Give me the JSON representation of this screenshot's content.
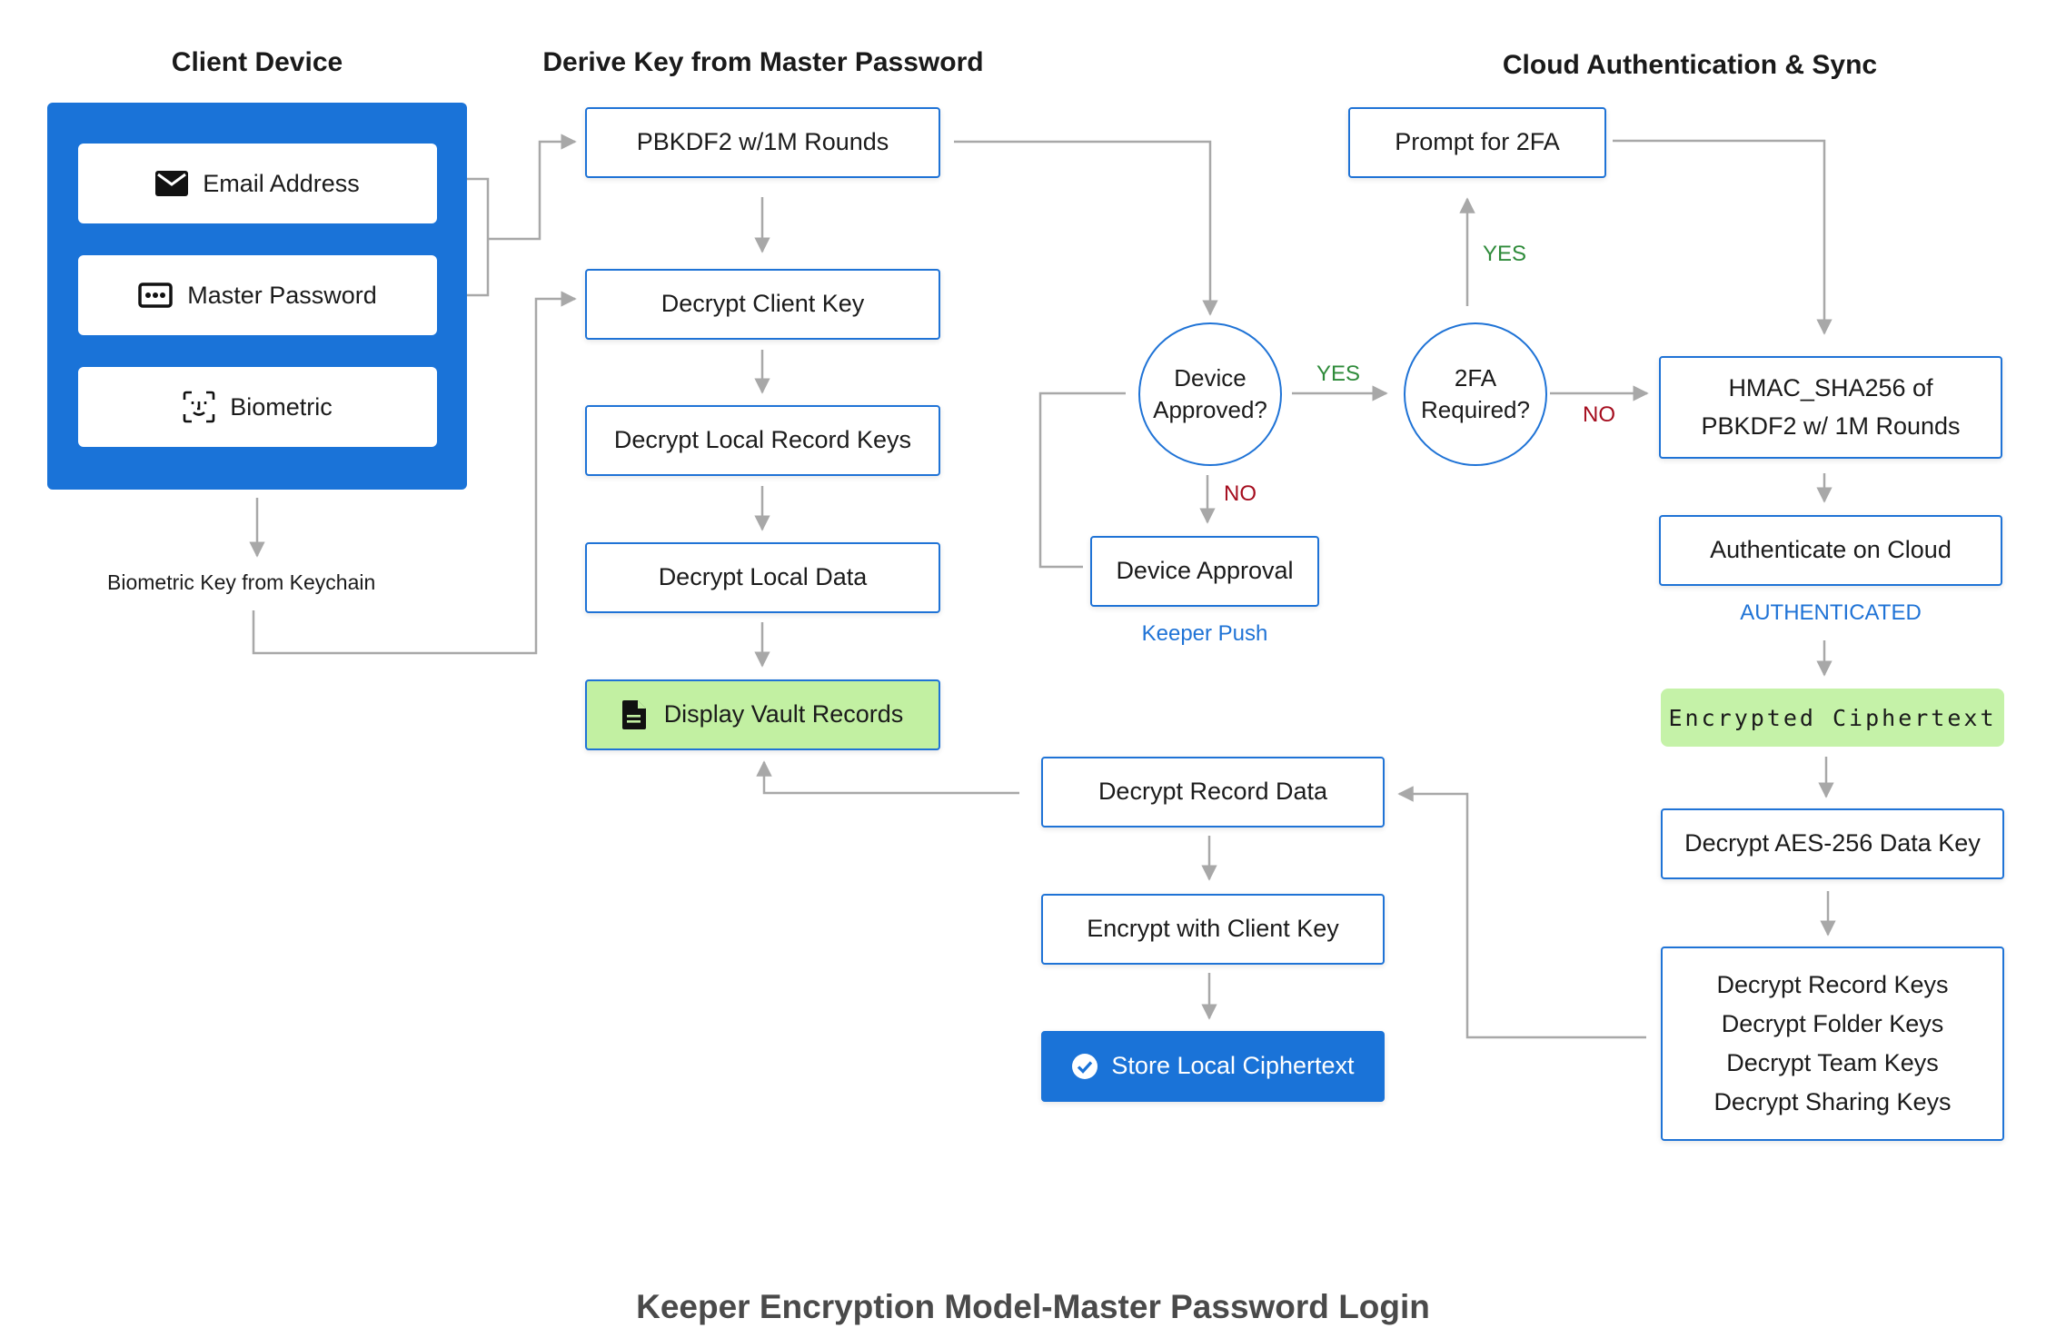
{
  "sections": {
    "client_device": "Client Device",
    "derive_key": "Derive Key from Master Password",
    "cloud_auth": "Cloud Authentication & Sync"
  },
  "client": {
    "email": "Email Address",
    "master_password": "Master Password",
    "biometric": "Biometric",
    "biometric_key": "Biometric Key from Keychain"
  },
  "derive": {
    "pbkdf2": "PBKDF2 w/1M Rounds",
    "decrypt_client_key": "Decrypt Client Key",
    "decrypt_local_record_keys": "Decrypt Local Record Keys",
    "decrypt_local_data": "Decrypt Local Data",
    "display_vault_records": "Display Vault Records"
  },
  "device": {
    "approved_q_line1": "Device",
    "approved_q_line2": "Approved?",
    "approval": "Device Approval",
    "keeper_push": "Keeper Push",
    "yes": "YES",
    "no": "NO"
  },
  "twofa": {
    "required_q_line1": "2FA",
    "required_q_line2": "Required?",
    "prompt": "Prompt for 2FA",
    "yes": "YES",
    "no": "NO"
  },
  "cloud": {
    "hmac_line1": "HMAC_SHA256 of",
    "hmac_line2": "PBKDF2 w/ 1M Rounds",
    "authenticate": "Authenticate on Cloud",
    "authenticated": "AUTHENTICATED",
    "encrypted_ciphertext": "Encrypted Ciphertext",
    "decrypt_aes": "Decrypt AES-256 Data Key",
    "keys": [
      "Decrypt Record Keys",
      "Decrypt Folder Keys",
      "Decrypt Team Keys",
      "Decrypt Sharing Keys"
    ]
  },
  "local_store": {
    "decrypt_record_data": "Decrypt Record Data",
    "encrypt_client_key": "Encrypt with Client Key",
    "store_local": "Store Local Ciphertext"
  },
  "caption": "Keeper Encryption Model-Master Password Login",
  "colors": {
    "accent_blue": "#1a73d8",
    "border_blue": "#1f73d6",
    "highlight_green": "#c2f0a2",
    "connector_gray": "#aaaaaa",
    "yes_green": "#2e8b3a",
    "no_red": "#a50d1e"
  }
}
